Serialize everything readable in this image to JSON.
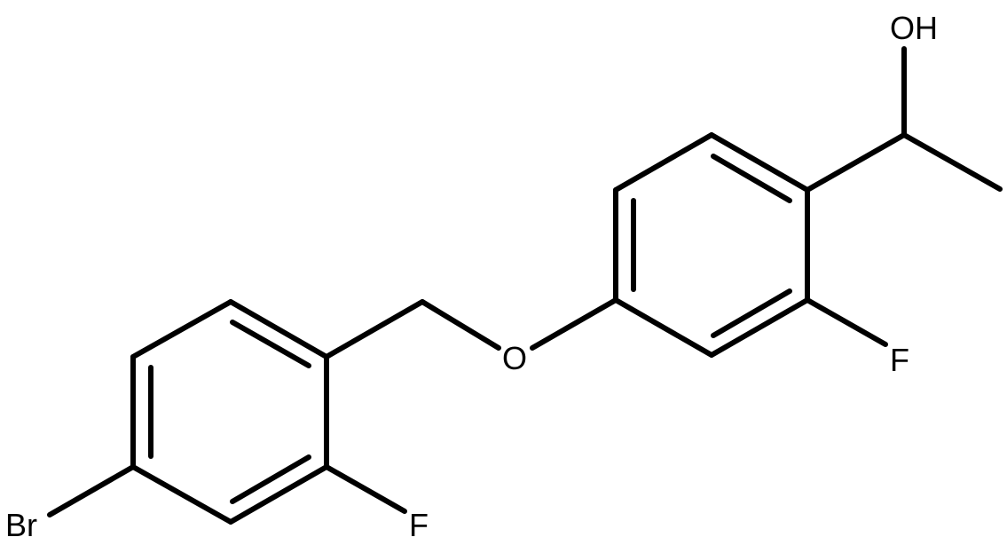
{
  "structure": {
    "atoms": [
      {
        "id": "OH",
        "label": "OH"
      },
      {
        "id": "O_ether",
        "label": "O"
      },
      {
        "id": "F_right",
        "label": "F"
      },
      {
        "id": "F_left",
        "label": "F"
      },
      {
        "id": "Br",
        "label": "Br"
      }
    ],
    "colors": {
      "bond": "#000000",
      "label": "#000000",
      "background": "#ffffff"
    }
  }
}
